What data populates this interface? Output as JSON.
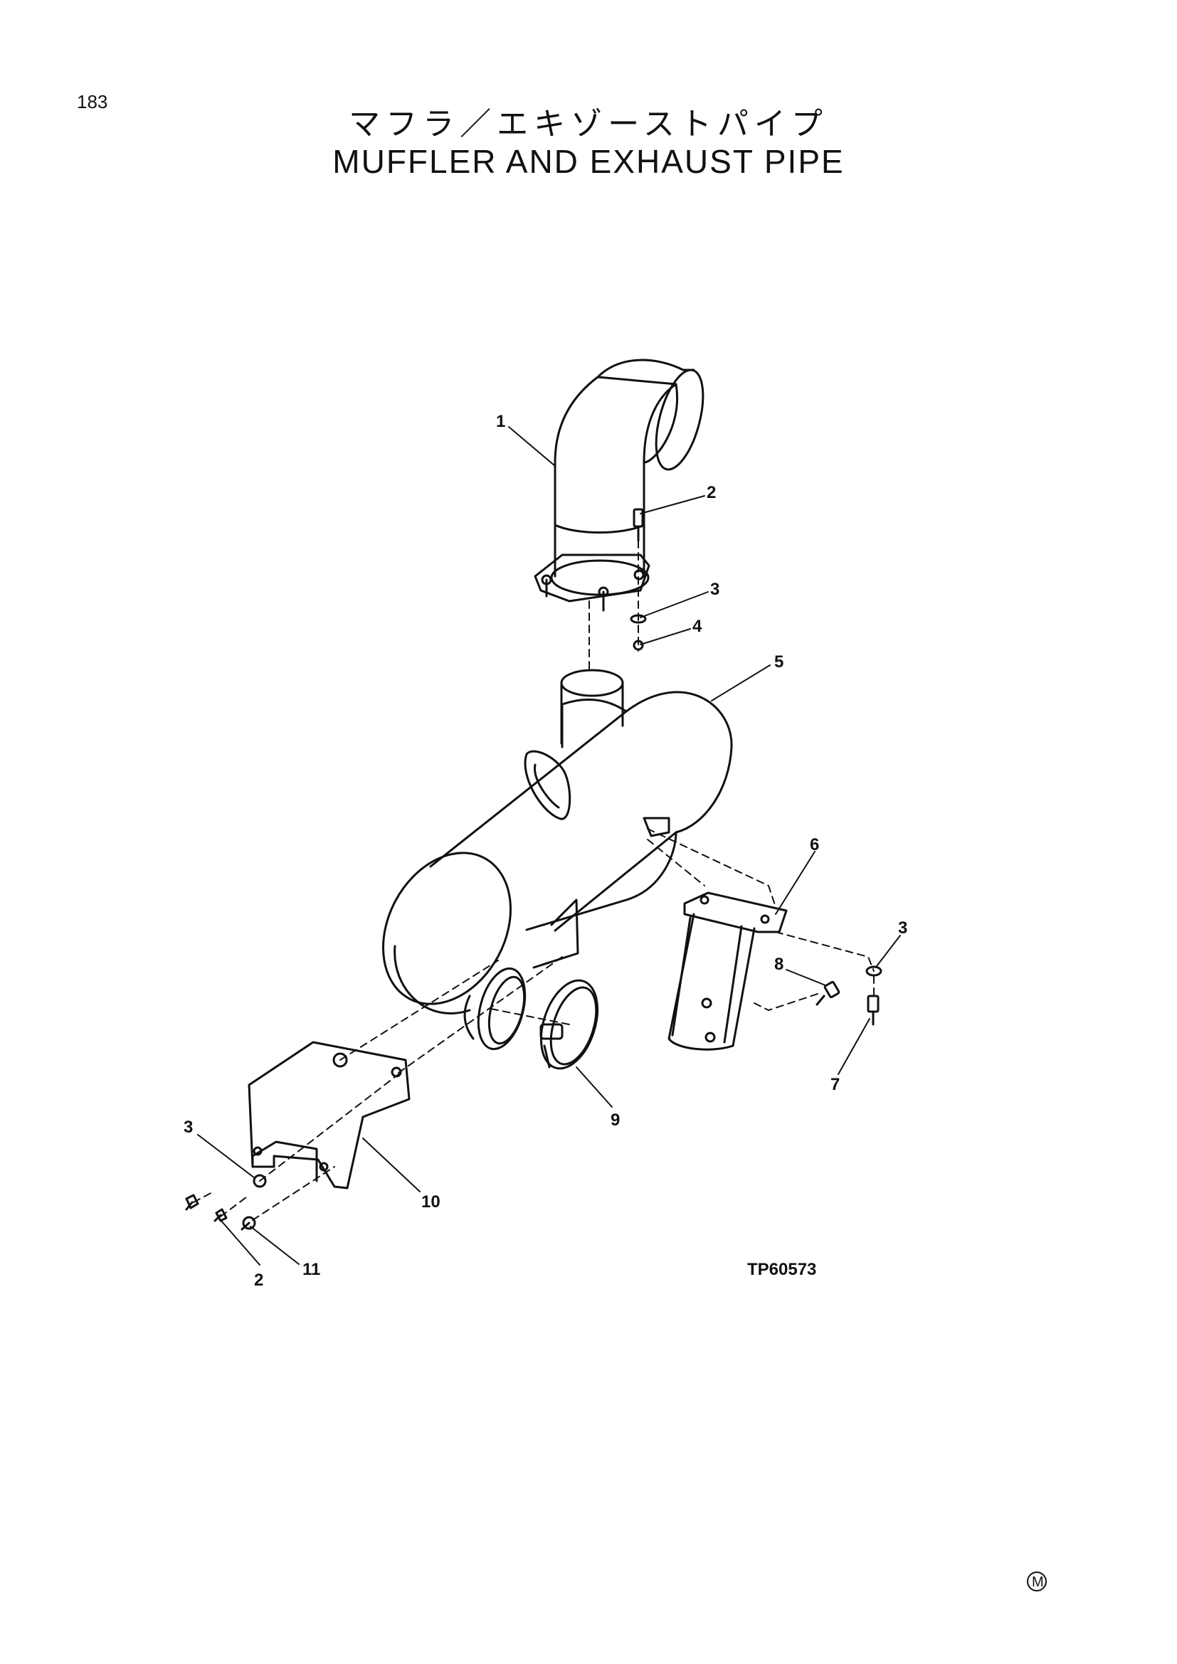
{
  "page_number": "183",
  "title_japanese": "マフラ／エキゾーストパイプ",
  "title_english": "MUFFLER AND EXHAUST PIPE",
  "drawing_code": "TP60573",
  "corner_mark": "M",
  "callouts": [
    "1",
    "2",
    "3",
    "4",
    "5",
    "6",
    "3",
    "8",
    "7",
    "9",
    "3",
    "10",
    "2",
    "11"
  ]
}
